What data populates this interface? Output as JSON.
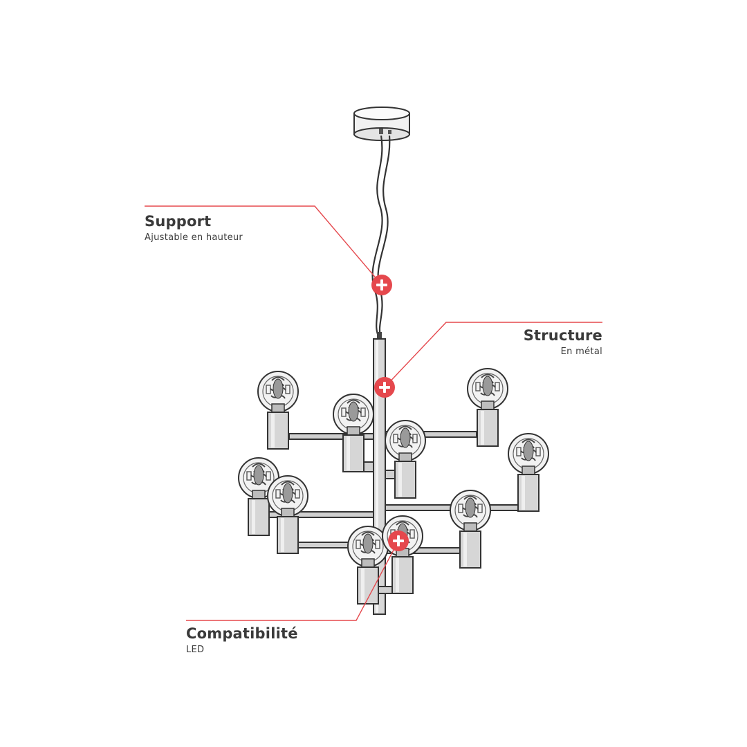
{
  "accent_color": "#e5484d",
  "annotations": [
    {
      "title": "Support",
      "subtitle": "Ajustable en hauteur",
      "icon": "plus-icon"
    },
    {
      "title": "Structure",
      "subtitle": "En métal",
      "icon": "plus-icon"
    },
    {
      "title": "Compatibilité",
      "subtitle": "LED",
      "icon": "plus-icon"
    }
  ]
}
